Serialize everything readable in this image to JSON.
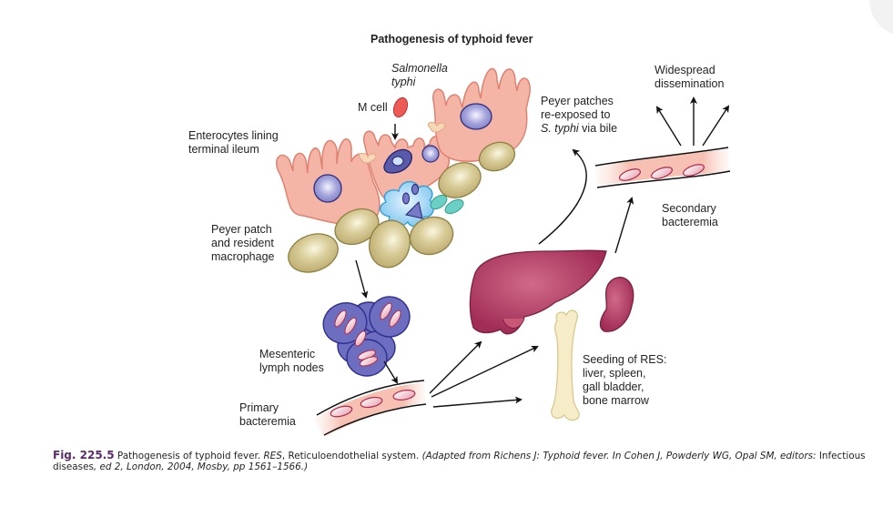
{
  "figure": {
    "title": "Pathogenesis of typhoid fever",
    "labels": {
      "salmonella_line1": "Salmonella",
      "salmonella_line2": "typhi",
      "m_cell": "M cell",
      "enterocytes": "Enterocytes lining\nterminal ileum",
      "peyer_patch": "Peyer patch\nand resident\nmacrophage",
      "mesenteric": "Mesenteric\nlymph nodes",
      "primary": "Primary\nbacteremia",
      "reexposed_line1": "Peyer patches",
      "reexposed_line2": "re-exposed to",
      "reexposed_line3_italic": "S. typhi",
      "reexposed_line3_rest": " via bile",
      "widespread": "Widespread\ndissemination",
      "secondary": "Secondary\nbacteremia",
      "seeding": "Seeding of RES:\nliver, spleen,\ngall bladder,\nbone marrow"
    },
    "colors": {
      "enterocyte_fill": "#f4b5a6",
      "enterocyte_stroke": "#e0806f",
      "nucleus": "#9a9ad8",
      "nucleus_stroke": "#2e2e80",
      "bacterium": "#ec5a56",
      "macrophage_cell": "#cdbf8a",
      "lymph_node": "#6e6ec0",
      "liver": "#a8305a",
      "bone": "#f6ecc8",
      "vessel": "#f6c4b8",
      "caption_accent": "#5a2b6e"
    }
  },
  "caption": {
    "fig_number": "Fig. 225.5",
    "text1": " Pathogenesis of typhoid fever. ",
    "abbr": "RES",
    "text2": ", Reticuloendothelial system. ",
    "source1": "(Adapted from Richens J: Typhoid fever. In Cohen J, Powderly WG, Opal SM, editors: ",
    "source_plain": "Infectious diseases",
    "source2": ", ed 2, London, 2004, Mosby, pp 1561–1566.)"
  }
}
